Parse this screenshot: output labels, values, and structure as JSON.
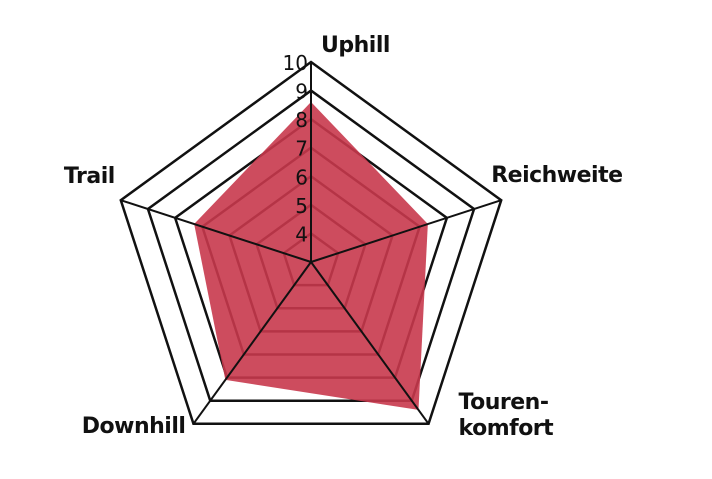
{
  "chart_data": {
    "type": "radar",
    "axes": [
      "Uphill",
      "Reichweite",
      "Touren-\nkomfort",
      "Downhill",
      "Trail"
    ],
    "values": [
      8.6,
      7.3,
      9.4,
      8.1,
      7.3
    ],
    "scale": {
      "min": 3,
      "max": 10
    },
    "ticks": [
      "4",
      "5",
      "6",
      "7",
      "8",
      "9",
      "10"
    ],
    "fill_color": "#c8394c",
    "fill_opacity": 0.9,
    "line_color": "#111111",
    "grid": true
  }
}
